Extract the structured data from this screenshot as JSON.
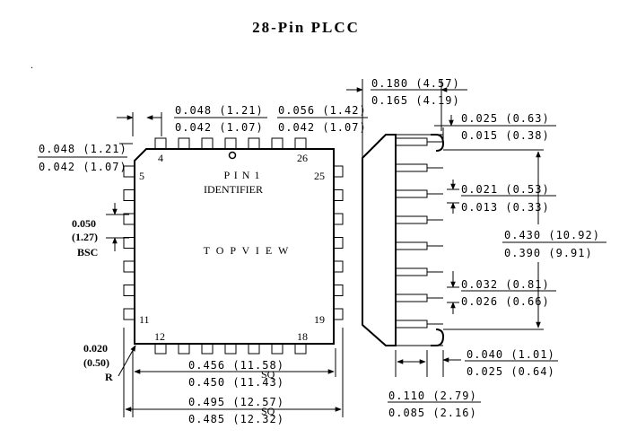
{
  "title": "28-Pin PLCC",
  "stray_mark": ".",
  "top_view": {
    "pin1_line1": "P I N  1",
    "pin1_line2": "IDENTIFIER",
    "view_label": "T O P  V I E W",
    "pins": {
      "p4": "4",
      "p5": "5",
      "p11": "11",
      "p12": "12",
      "p18": "18",
      "p19": "19",
      "p25": "25",
      "p26": "26"
    },
    "pitch": {
      "value": "0.050",
      "mm": "(1.27)",
      "bsc": "BSC"
    },
    "radius": {
      "value": "0.020",
      "mm": "(0.50)",
      "r": "R"
    }
  },
  "dims": {
    "pad_width_top": {
      "max": "0.048 (1.21)",
      "min": "0.042 (1.07)"
    },
    "corner_chamfer": {
      "max": "0.056 (1.42)",
      "min": "0.042 (1.07)"
    },
    "pad_width_left": {
      "max": "0.048 (1.21)",
      "min": "0.042 (1.07)"
    },
    "body_width": {
      "max": "0.456 (11.58)",
      "min": "0.450 (11.43)",
      "sq": "SQ"
    },
    "overall_width": {
      "max": "0.495 (12.57)",
      "min": "0.485 (12.32)",
      "sq": "SQ"
    },
    "height": {
      "max": "0.180 (4.57)",
      "min": "0.165 (4.19)"
    },
    "lead_thickness": {
      "max": "0.025 (0.63)",
      "min": "0.015 (0.38)"
    },
    "lead_width_low": {
      "max": "0.021 (0.53)",
      "min": "0.013 (0.33)"
    },
    "span": {
      "max": "0.430 (10.92)",
      "min": "0.390 (9.91)"
    },
    "lead_width_up": {
      "max": "0.032 (0.81)",
      "min": "0.026 (0.66)"
    },
    "standoff": {
      "max": "0.040 (1.01)",
      "min": "0.025 (0.64)"
    },
    "seating": {
      "max": "0.110 (2.79)",
      "min": "0.085 (2.16)"
    }
  }
}
